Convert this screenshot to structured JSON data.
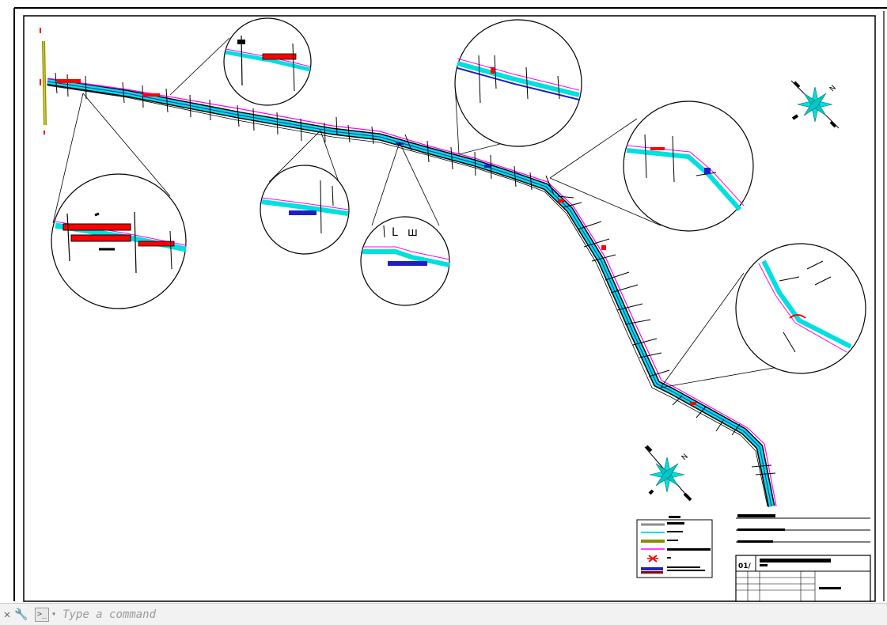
{
  "drawing": {
    "sheet_label": "01/",
    "legend_label": "legend",
    "titleblock_label": "title block"
  },
  "colors": {
    "cyan": "#00e0e0",
    "magenta": "#ff00ff",
    "red": "#ff0000",
    "blue": "#2020c0",
    "olive": "#8c8c00",
    "dark": "#000000"
  },
  "icons": {
    "compass": "north-arrow-icon",
    "settings": "wrench-icon",
    "close": "close-icon",
    "prompt": "command-prompt-icon"
  },
  "command_line": {
    "placeholder": "Type a command",
    "close_glyph": "✕",
    "settings_glyph": "🔧",
    "prompt_glyph": ">_",
    "caret_glyph": "▾"
  },
  "compass_label": "N"
}
